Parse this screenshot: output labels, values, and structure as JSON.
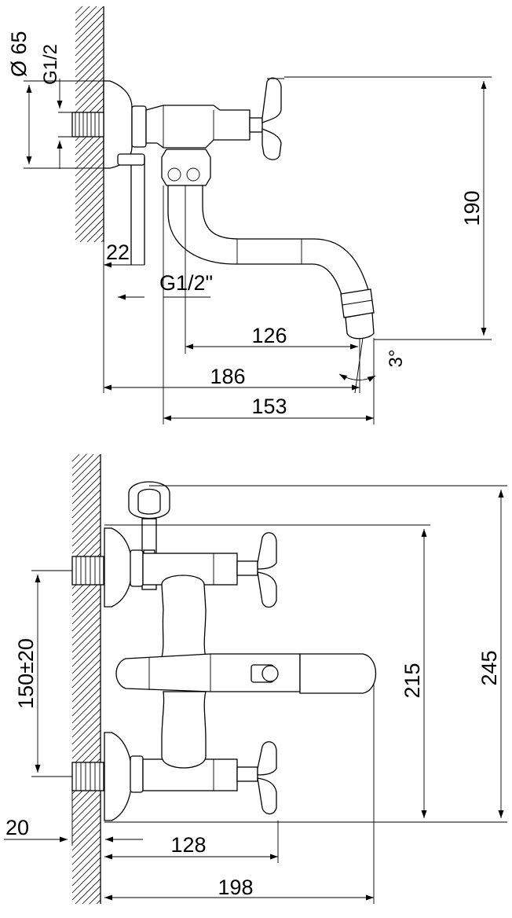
{
  "side_view": {
    "dims": {
      "diameter": "Ø 65",
      "thread_top": "G1/2",
      "depth": "22",
      "thread_outlet": "G1/2\"",
      "reach_126": "126",
      "reach_186": "186",
      "reach_153": "153",
      "height_190": "190",
      "angle": "3°"
    }
  },
  "front_view": {
    "dims": {
      "spacing": "150±20",
      "wall": "20",
      "depth_128": "128",
      "depth_198": "198",
      "height_215": "215",
      "height_245": "245"
    }
  }
}
